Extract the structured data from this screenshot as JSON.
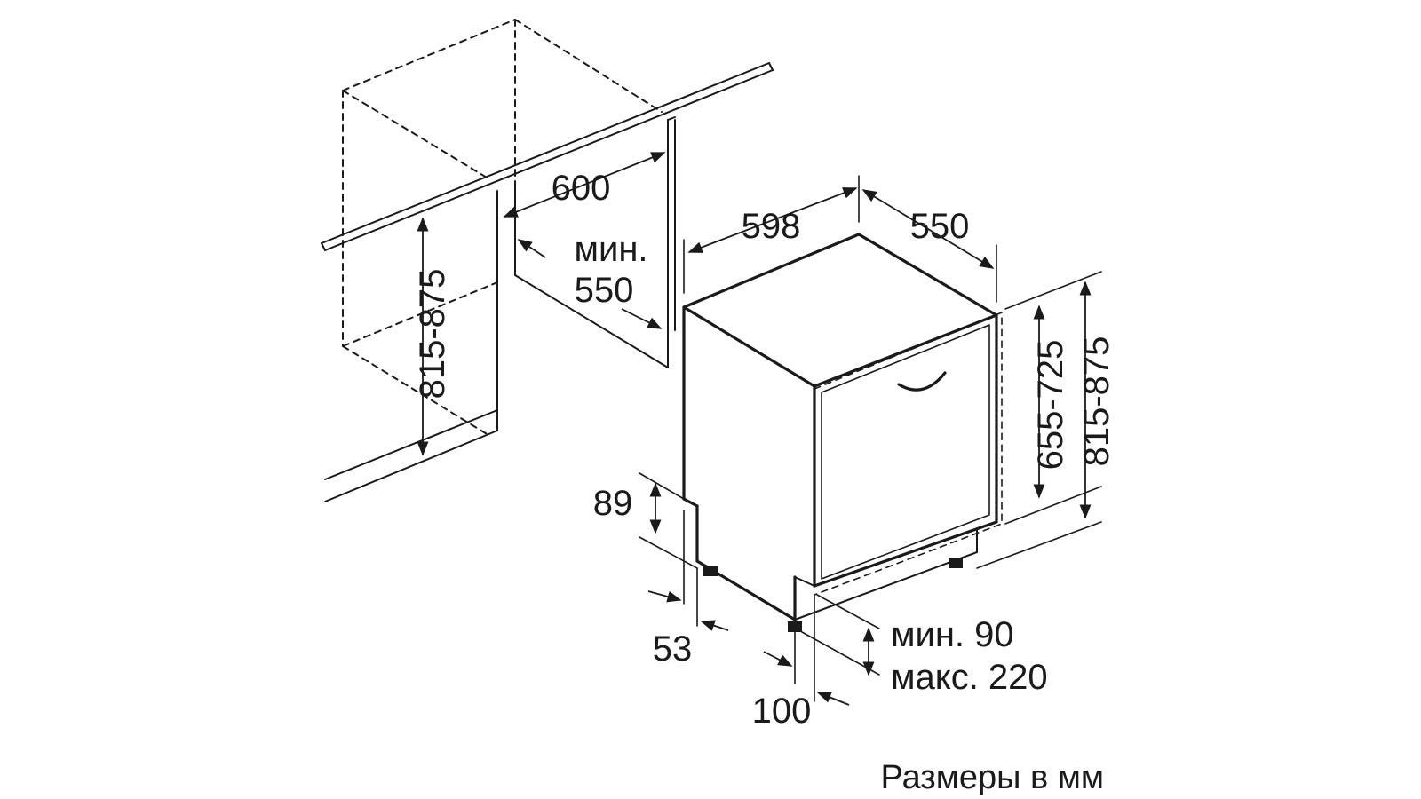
{
  "diagram": {
    "labels": {
      "cabinet_width": "600",
      "min_word": "мин.",
      "cabinet_depth": "550",
      "cabinet_height": "815-875",
      "unit_width": "598",
      "unit_depth": "550",
      "niche_height": "815-875",
      "door_height": "655-725",
      "plinth_depth": "89",
      "foot_inset": "53",
      "plinth_height_min": "мин. 90",
      "plinth_height_max": "макс. 220",
      "door_offset": "100"
    },
    "caption": "Размеры в мм"
  }
}
